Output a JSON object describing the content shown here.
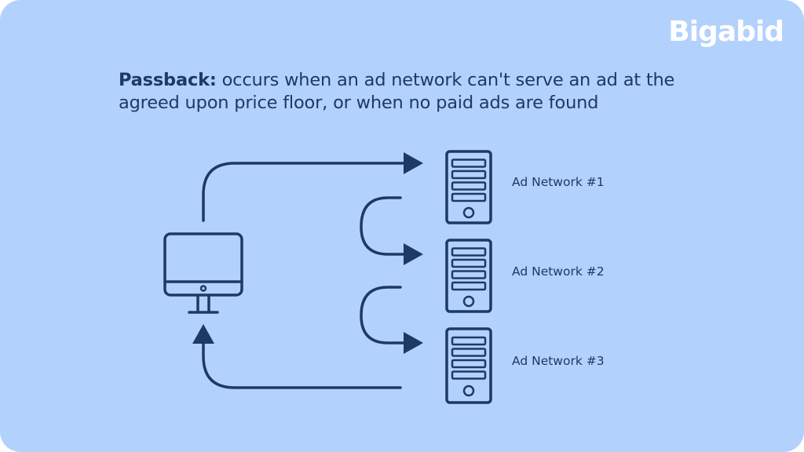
{
  "brand": {
    "logo": "Bigabid",
    "accent": "#b3d1fd",
    "ink": "#1c3a63"
  },
  "headline": {
    "term": "Passback:",
    "definition": " occurs when an ad network can't serve an ad at the agreed upon price floor, or when no paid ads are found"
  },
  "networks": [
    {
      "label": "Ad Network #1"
    },
    {
      "label": "Ad Network #2"
    },
    {
      "label": "Ad Network #3"
    }
  ],
  "icons": {
    "client": "desktop-monitor-icon",
    "server": "server-tower-icon"
  }
}
